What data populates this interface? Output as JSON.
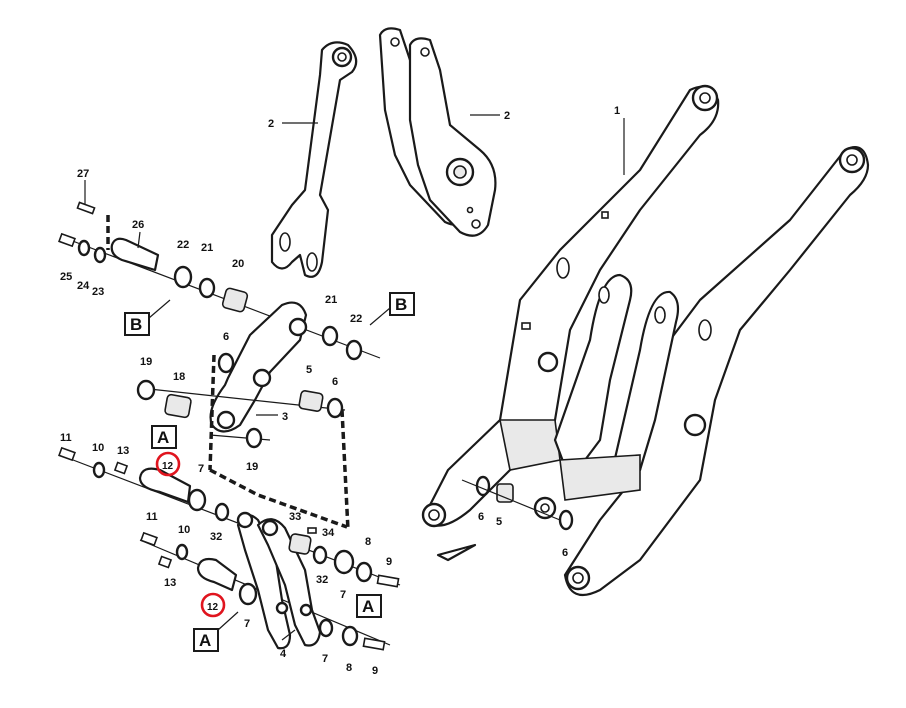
{
  "accent_color": "#e0141e",
  "labels": {
    "l1": "1",
    "l2a": "2",
    "l2b": "2",
    "l3": "3",
    "l4": "4",
    "l5a": "5",
    "l5b": "5",
    "l6a": "6",
    "l6b": "6",
    "l6c": "6",
    "l6d": "6",
    "l7a": "7",
    "l7b": "7",
    "l7c": "7",
    "l7d": "7",
    "l8a": "8",
    "l8b": "8",
    "l9a": "9",
    "l9b": "9",
    "l10a": "10",
    "l10b": "10",
    "l11a": "11",
    "l11b": "11",
    "l12a": "12",
    "l12b": "12",
    "l13a": "13",
    "l13b": "13",
    "l18": "18",
    "l19a": "19",
    "l19b": "19",
    "l20": "20",
    "l21a": "21",
    "l21b": "21",
    "l22a": "22",
    "l22b": "22",
    "l23": "23",
    "l24": "24",
    "l25": "25",
    "l26": "26",
    "l27": "27",
    "l32a": "32",
    "l32b": "32",
    "l33": "33",
    "l34": "34"
  },
  "refs": {
    "b1": "B",
    "b2": "B",
    "a1": "A",
    "a2": "A",
    "a3": "A"
  }
}
